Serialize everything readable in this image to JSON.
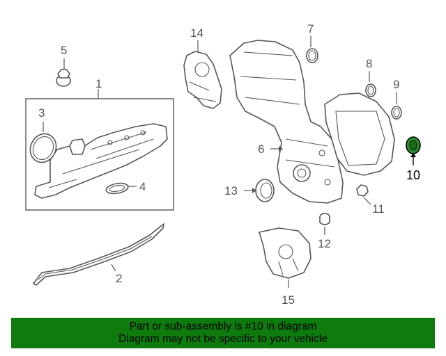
{
  "banner": {
    "line1": "Part or sub-assembly is #10 in diagram",
    "line2": "Diagram may not be specific to your vehicle",
    "color": "#0f7b0f"
  },
  "callouts": {
    "c1": "1",
    "c2": "2",
    "c3": "3",
    "c4": "4",
    "c5": "5",
    "c6": "6",
    "c7": "7",
    "c8": "8",
    "c9": "9",
    "c10": "10",
    "c11": "11",
    "c12": "12",
    "c13": "13",
    "c14": "14",
    "c15": "15"
  },
  "highlight": {
    "part": "10",
    "color": "#2e8b2e"
  }
}
